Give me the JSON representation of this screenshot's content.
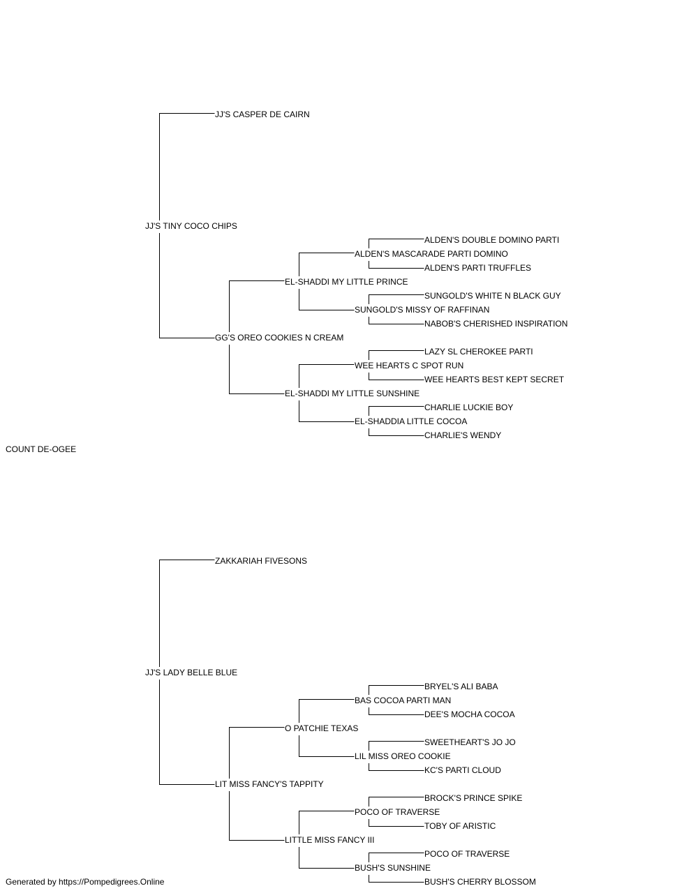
{
  "subject": "COUNT DE-OGEE",
  "sire": {
    "name": "JJ'S TINY COCO CHIPS",
    "sire": {
      "name": "JJ'S CASPER DE CAIRN"
    },
    "dam": {
      "name": "GG'S OREO COOKIES N CREAM",
      "sire": {
        "name": "EL-SHADDI MY LITTLE PRINCE",
        "sire": {
          "name": "ALDEN'S MASCARADE PARTI DOMINO",
          "sire": "ALDEN'S DOUBLE DOMINO PARTI",
          "dam": "ALDEN'S PARTI TRUFFLES"
        },
        "dam": {
          "name": "SUNGOLD'S MISSY OF RAFFINAN",
          "sire": "SUNGOLD'S WHITE N BLACK GUY",
          "dam": "NABOB'S CHERISHED INSPIRATION"
        }
      },
      "dam": {
        "name": "EL-SHADDI MY LITTLE SUNSHINE",
        "sire": {
          "name": "WEE HEARTS C SPOT RUN",
          "sire": "LAZY SL CHEROKEE PARTI",
          "dam": "WEE HEARTS BEST KEPT SECRET"
        },
        "dam": {
          "name": "EL-SHADDIA LITTLE COCOA",
          "sire": "CHARLIE LUCKIE BOY",
          "dam": "CHARLIE'S WENDY"
        }
      }
    }
  },
  "dam": {
    "name": "JJ'S LADY BELLE BLUE",
    "sire": {
      "name": "ZAKKARIAH FIVESONS"
    },
    "dam": {
      "name": "LIT MISS FANCY'S TAPPITY",
      "sire": {
        "name": "O PATCHIE TEXAS",
        "sire": {
          "name": "BAS COCOA PARTI MAN",
          "sire": "BRYEL'S ALI BABA",
          "dam": "DEE'S MOCHA COCOA"
        },
        "dam": {
          "name": "LIL MISS OREO COOKIE",
          "sire": "SWEETHEART'S JO JO",
          "dam": "KC'S PARTI CLOUD"
        }
      },
      "dam": {
        "name": "LITTLE MISS FANCY III",
        "sire": {
          "name": "POCO OF TRAVERSE",
          "sire": "BROCK'S PRINCE SPIKE",
          "dam": "TOBY OF ARISTIC"
        },
        "dam": {
          "name": "BUSH'S SUNSHINE",
          "sire": "POCO OF TRAVERSE",
          "dam": "BUSH'S CHERRY BLOSSOM"
        }
      }
    }
  },
  "footer": "Generated by https://Pompedigrees.Online",
  "colors": {
    "line": "#000000",
    "text": "#000000",
    "background": "#ffffff"
  }
}
